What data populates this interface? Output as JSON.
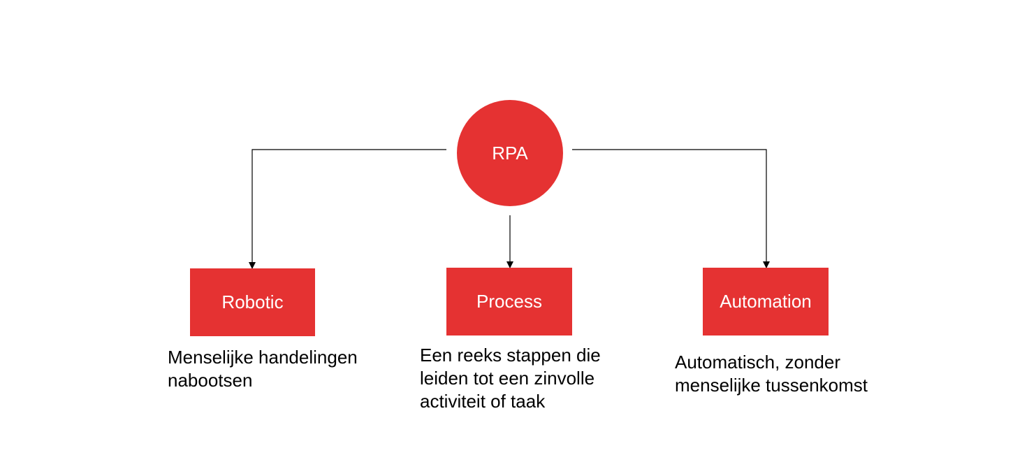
{
  "colors": {
    "accent": "#e53232",
    "line": "#000000",
    "text": "#000000",
    "node_text": "#ffffff"
  },
  "center": {
    "label": "RPA"
  },
  "nodes": [
    {
      "label": "Robotic",
      "description": [
        "Menselijke handelingen",
        "nabootsen"
      ]
    },
    {
      "label": "Process",
      "description": [
        "Een reeks stappen die",
        "leiden tot een zinvolle",
        "activiteit of taak"
      ]
    },
    {
      "label": "Automation",
      "description": [
        "Automatisch, zonder",
        "menselijke tussenkomst"
      ]
    }
  ]
}
